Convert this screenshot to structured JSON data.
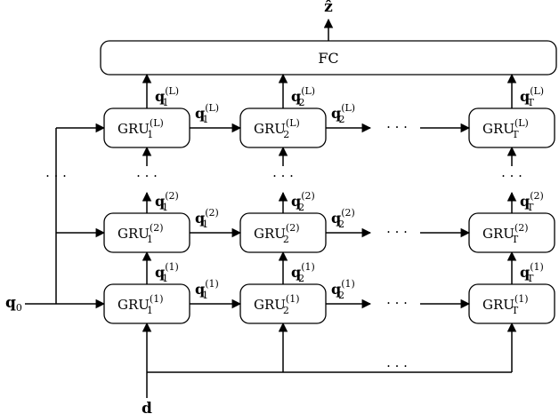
{
  "diagram": {
    "output_label": "ẑ",
    "fc_label": "FC",
    "input_q0": "q",
    "input_q0_sub": "0",
    "input_d": "d",
    "ellipsis": "· · ·",
    "gru_text": "GRU",
    "q_text": "q",
    "layers": [
      {
        "sup": "(1)"
      },
      {
        "sup": "(2)"
      },
      {
        "sup": "(L)"
      }
    ],
    "timesteps": [
      {
        "sub": "1"
      },
      {
        "sub": "2"
      },
      {
        "sub": "T"
      }
    ]
  }
}
